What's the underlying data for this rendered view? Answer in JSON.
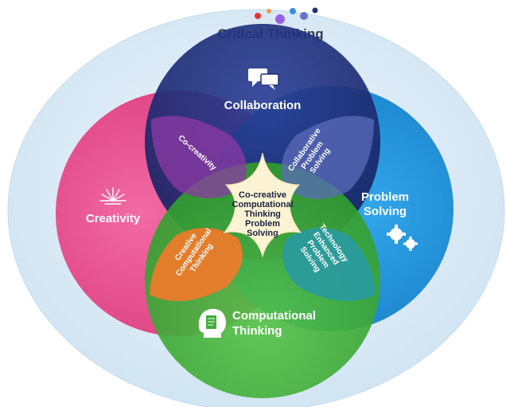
{
  "outer_title": "Critical Thinking",
  "circles": {
    "top": {
      "label": "Collaboration",
      "icon": "chat-bubbles-icon",
      "color": "#1f2f7a"
    },
    "left": {
      "label": "Creativity",
      "icon": "sparkle-burst-icon",
      "color": "#e8508f"
    },
    "right": {
      "label_line1": "Problem",
      "label_line2": "Solving",
      "icon": "gears-icon",
      "color": "#1e8fd8"
    },
    "bottom": {
      "label_line1": "Computational",
      "label_line2": "Thinking",
      "icon": "head-document-icon",
      "color": "#3fae3a"
    }
  },
  "overlaps": {
    "top_left": "Co-creativity",
    "top_right": [
      "Collaborative",
      "Problem",
      "Solving"
    ],
    "bottom_left": [
      "Creative",
      "Computational",
      "Thinking"
    ],
    "bottom_right": [
      "Technology",
      "Enhanced",
      "Problem",
      "Solving"
    ]
  },
  "center": [
    "Co-creative",
    "Computational",
    "Thinking",
    "Problem",
    "Solving"
  ],
  "colors": {
    "outer_ellipse": "#dcebf6",
    "center_star": "#fbf3d3",
    "dots": [
      "#e3342f",
      "#f6993f",
      "#9561e2",
      "#3490dc",
      "#6574cd",
      "#1f2f7a"
    ]
  }
}
